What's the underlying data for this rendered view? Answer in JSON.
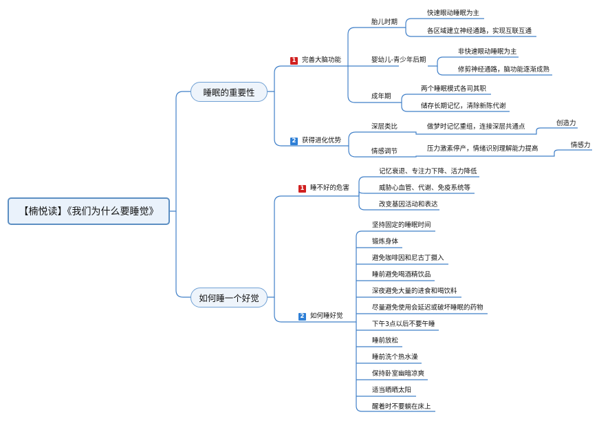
{
  "root": "【楠悦读】《我们为什么要睡觉》",
  "branches": [
    {
      "title": "睡眠的重要性",
      "subs": [
        {
          "marker": "1",
          "title": "完善大脑功能",
          "children": [
            {
              "title": "胎儿时期",
              "children": [
                "快速眼动睡眠为主",
                "各区域建立神经通路，实现互联互通"
              ]
            },
            {
              "title": "婴幼儿-青少年后期",
              "children": [
                "非快速眼动睡眠为主",
                "修剪神经通路，脑功能逐渐成熟"
              ]
            },
            {
              "title": "成年期",
              "children": [
                "两个睡眠模式各司其职",
                "储存长期记忆，清除新陈代谢"
              ]
            }
          ]
        },
        {
          "marker": "2",
          "title": "获得进化优势",
          "children": [
            {
              "title": "深层类比",
              "children": [
                "做梦时记忆重组，连接深层共通点"
              ],
              "extra": "创造力"
            },
            {
              "title": "情感调节",
              "children": [
                "压力激素停产，情绪识别理解能力提高"
              ],
              "extra": "情感力"
            }
          ]
        }
      ]
    },
    {
      "title": "如何睡一个好觉",
      "subs": [
        {
          "marker": "1",
          "title": "睡不好的危害",
          "children": [
            "记忆衰退、专注力下降、活力降低",
            "威胁心血管、代谢、免疫系统等",
            "改变基因活动和表达"
          ]
        },
        {
          "marker": "2",
          "title": "如何睡好觉",
          "children": [
            "坚持固定的睡眠时间",
            "锻炼身体",
            "避免咖啡因和尼古丁摄入",
            "睡前避免喝酒精饮品",
            "深夜避免大量的进食和喝饮料",
            "尽量避免使用会延迟或破坏睡眠的药物",
            "下午3点以后不要午睡",
            "睡前放松",
            "睡前洗个热水澡",
            "保持卧室幽暗凉爽",
            "适当晒晒太阳",
            "醒着时不要躺在床上"
          ]
        }
      ]
    }
  ],
  "colors": {
    "line": "#3f7fc8",
    "marker1": "#d02020",
    "marker2": "#2e7fd6",
    "box_border": "#6fa0d4",
    "box_fill": "#eef4fb"
  }
}
